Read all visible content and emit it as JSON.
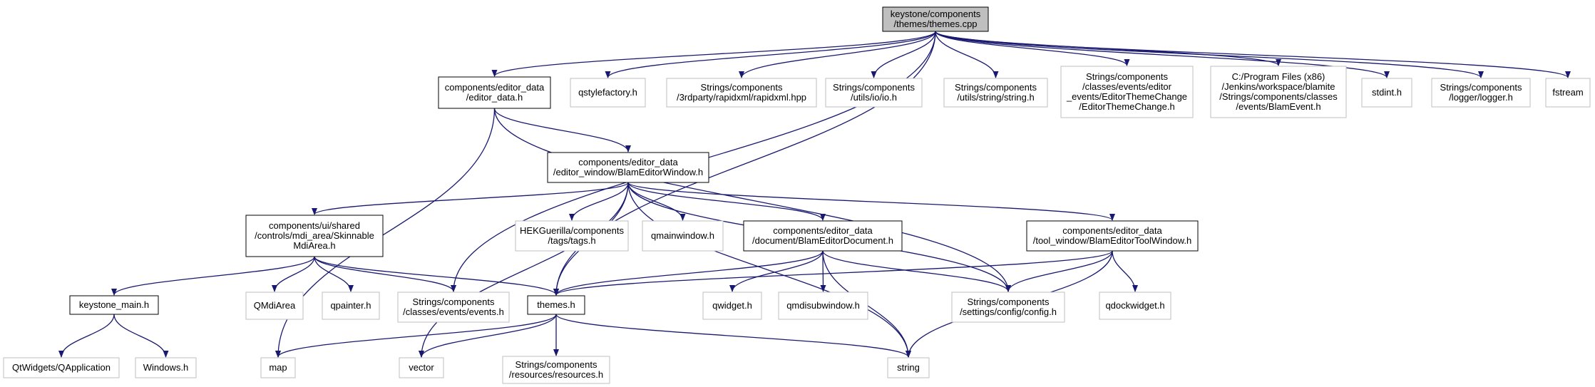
{
  "colors": {
    "edge": "#191970",
    "root_fill": "#bfbfbf",
    "root_border": "#000000",
    "documented_border": "#000000",
    "external_border": "#bfbfbf",
    "node_fill": "#ffffff",
    "text": "#000000"
  },
  "nodes": [
    {
      "id": "themes_cpp",
      "lines": [
        "keystone/components",
        "/themes/themes.cpp"
      ],
      "kind": "root"
    },
    {
      "id": "editor_data_h",
      "lines": [
        "components/editor_data",
        "/editor_data.h"
      ],
      "kind": "documented"
    },
    {
      "id": "qstylefactory",
      "lines": [
        "qstylefactory.h"
      ],
      "kind": "external"
    },
    {
      "id": "rapidxml",
      "lines": [
        "Strings/components",
        "/3rdparty/rapidxml/rapidxml.hpp"
      ],
      "kind": "external"
    },
    {
      "id": "io_h",
      "lines": [
        "Strings/components",
        "/utils/io/io.h"
      ],
      "kind": "external"
    },
    {
      "id": "string_h",
      "lines": [
        "Strings/components",
        "/utils/string/string.h"
      ],
      "kind": "external"
    },
    {
      "id": "editor_theme_change",
      "lines": [
        "Strings/components",
        "/classes/events/editor",
        "_events/EditorThemeChange",
        "/EditorThemeChange.h"
      ],
      "kind": "external"
    },
    {
      "id": "blam_event",
      "lines": [
        "C:/Program Files (x86)",
        "/Jenkins/workspace/blamite",
        "/Strings/components/classes",
        "/events/BlamEvent.h"
      ],
      "kind": "external"
    },
    {
      "id": "stdint",
      "lines": [
        "stdint.h"
      ],
      "kind": "external"
    },
    {
      "id": "logger",
      "lines": [
        "Strings/components",
        "/logger/logger.h"
      ],
      "kind": "external"
    },
    {
      "id": "fstream",
      "lines": [
        "fstream"
      ],
      "kind": "external"
    },
    {
      "id": "blam_editor_window",
      "lines": [
        "components/editor_data",
        "/editor_window/BlamEditorWindow.h"
      ],
      "kind": "documented"
    },
    {
      "id": "skinnable_mdi",
      "lines": [
        "components/ui/shared",
        "/controls/mdi_area/Skinnable",
        "MdiArea.h"
      ],
      "kind": "documented"
    },
    {
      "id": "tags_h",
      "lines": [
        "HEKGuerilla/components",
        "/tags/tags.h"
      ],
      "kind": "external"
    },
    {
      "id": "qmainwindow",
      "lines": [
        "qmainwindow.h"
      ],
      "kind": "external"
    },
    {
      "id": "blam_editor_document",
      "lines": [
        "components/editor_data",
        "/document/BlamEditorDocument.h"
      ],
      "kind": "documented"
    },
    {
      "id": "blam_editor_tool_window",
      "lines": [
        "components/editor_data",
        "/tool_window/BlamEditorToolWindow.h"
      ],
      "kind": "documented"
    },
    {
      "id": "keystone_main",
      "lines": [
        "keystone_main.h"
      ],
      "kind": "documented"
    },
    {
      "id": "qmdiarea",
      "lines": [
        "QMdiArea"
      ],
      "kind": "external"
    },
    {
      "id": "qpainter",
      "lines": [
        "qpainter.h"
      ],
      "kind": "external"
    },
    {
      "id": "events_h",
      "lines": [
        "Strings/components",
        "/classes/events/events.h"
      ],
      "kind": "external"
    },
    {
      "id": "themes_h",
      "lines": [
        "themes.h"
      ],
      "kind": "documented"
    },
    {
      "id": "qwidget",
      "lines": [
        "qwidget.h"
      ],
      "kind": "external"
    },
    {
      "id": "qmdisubwindow",
      "lines": [
        "qmdisubwindow.h"
      ],
      "kind": "external"
    },
    {
      "id": "config_h",
      "lines": [
        "Strings/components",
        "/settings/config/config.h"
      ],
      "kind": "external"
    },
    {
      "id": "qdockwidget",
      "lines": [
        "qdockwidget.h"
      ],
      "kind": "external"
    },
    {
      "id": "qapplication",
      "lines": [
        "QtWidgets/QApplication"
      ],
      "kind": "external"
    },
    {
      "id": "windows_h",
      "lines": [
        "Windows.h"
      ],
      "kind": "external"
    },
    {
      "id": "map",
      "lines": [
        "map"
      ],
      "kind": "external"
    },
    {
      "id": "vector",
      "lines": [
        "vector"
      ],
      "kind": "external"
    },
    {
      "id": "resources_h",
      "lines": [
        "Strings/components",
        "/resources/resources.h"
      ],
      "kind": "external"
    },
    {
      "id": "string",
      "lines": [
        "string"
      ],
      "kind": "external"
    }
  ],
  "edges": [
    [
      "themes_cpp",
      "editor_data_h"
    ],
    [
      "themes_cpp",
      "qstylefactory"
    ],
    [
      "themes_cpp",
      "rapidxml"
    ],
    [
      "themes_cpp",
      "io_h"
    ],
    [
      "themes_cpp",
      "string_h"
    ],
    [
      "themes_cpp",
      "editor_theme_change"
    ],
    [
      "themes_cpp",
      "blam_event"
    ],
    [
      "themes_cpp",
      "stdint"
    ],
    [
      "themes_cpp",
      "logger"
    ],
    [
      "themes_cpp",
      "fstream"
    ],
    [
      "themes_cpp",
      "events_h"
    ],
    [
      "themes_cpp",
      "themes_h"
    ],
    [
      "editor_data_h",
      "blam_editor_window"
    ],
    [
      "editor_data_h",
      "map"
    ],
    [
      "editor_data_h",
      "config_h"
    ],
    [
      "blam_editor_window",
      "skinnable_mdi"
    ],
    [
      "blam_editor_window",
      "tags_h"
    ],
    [
      "blam_editor_window",
      "qmainwindow"
    ],
    [
      "blam_editor_window",
      "blam_editor_document"
    ],
    [
      "blam_editor_window",
      "blam_editor_tool_window"
    ],
    [
      "blam_editor_window",
      "themes_h"
    ],
    [
      "blam_editor_window",
      "vector"
    ],
    [
      "blam_editor_window",
      "string"
    ],
    [
      "blam_editor_window",
      "config_h"
    ],
    [
      "skinnable_mdi",
      "keystone_main"
    ],
    [
      "skinnable_mdi",
      "qmdiarea"
    ],
    [
      "skinnable_mdi",
      "qpainter"
    ],
    [
      "skinnable_mdi",
      "events_h"
    ],
    [
      "skinnable_mdi",
      "themes_h"
    ],
    [
      "keystone_main",
      "qapplication"
    ],
    [
      "keystone_main",
      "windows_h"
    ],
    [
      "blam_editor_document",
      "themes_h"
    ],
    [
      "blam_editor_document",
      "qwidget"
    ],
    [
      "blam_editor_document",
      "qmdisubwindow"
    ],
    [
      "blam_editor_document",
      "string"
    ],
    [
      "blam_editor_document",
      "config_h"
    ],
    [
      "blam_editor_tool_window",
      "themes_h"
    ],
    [
      "blam_editor_tool_window",
      "config_h"
    ],
    [
      "blam_editor_tool_window",
      "qdockwidget"
    ],
    [
      "blam_editor_tool_window",
      "string"
    ],
    [
      "themes_h",
      "map"
    ],
    [
      "themes_h",
      "vector"
    ],
    [
      "themes_h",
      "resources_h"
    ],
    [
      "themes_h",
      "string"
    ]
  ]
}
